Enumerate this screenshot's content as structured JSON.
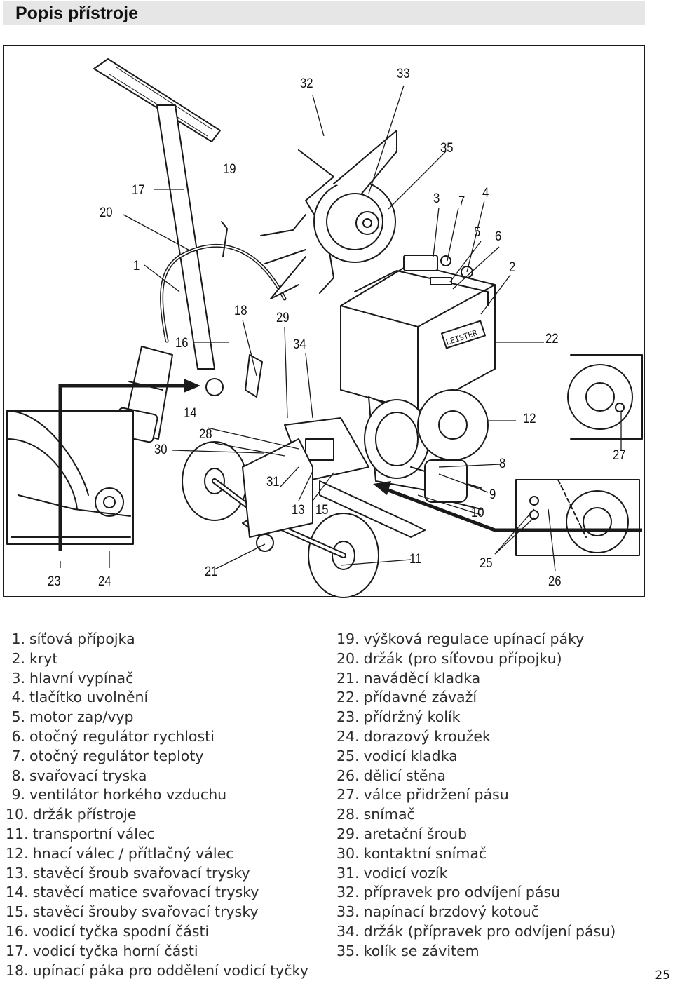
{
  "page": {
    "title": "Popis přístroje",
    "page_number": "25"
  },
  "figure": {
    "callouts": [
      "32",
      "33",
      "35",
      "3",
      "7",
      "4",
      "5",
      "6",
      "2",
      "19",
      "17",
      "20",
      "1",
      "18",
      "29",
      "16",
      "34",
      "22",
      "14",
      "28",
      "12",
      "30",
      "27",
      "8",
      "31",
      "9",
      "13",
      "15",
      "10",
      "11",
      "25",
      "23",
      "24",
      "21",
      "26"
    ],
    "brand": "LEISTER"
  },
  "legend": {
    "left": [
      {
        "num": "1.",
        "text": "síťová přípojka"
      },
      {
        "num": "2.",
        "text": "kryt"
      },
      {
        "num": "3.",
        "text": "hlavní vypínač"
      },
      {
        "num": "4.",
        "text": "tlačítko uvolnění"
      },
      {
        "num": "5.",
        "text": "motor zap/vyp"
      },
      {
        "num": "6.",
        "text": "otočný regulátor rychlosti"
      },
      {
        "num": "7.",
        "text": "otočný regulátor teploty"
      },
      {
        "num": "8.",
        "text": "svařovací tryska"
      },
      {
        "num": "9.",
        "text": "ventilátor horkého vzduchu"
      },
      {
        "num": "10.",
        "text": "držák přístroje"
      },
      {
        "num": "11.",
        "text": "transportní válec"
      },
      {
        "num": "12.",
        "text": "hnací válec / přítlačný válec"
      },
      {
        "num": "13.",
        "text": "stavěcí šroub svařovací trysky"
      },
      {
        "num": "14.",
        "text": "stavěcí matice svařovací trysky"
      },
      {
        "num": "15.",
        "text": "stavěcí šrouby svařovací trysky"
      },
      {
        "num": "16.",
        "text": "vodicí tyčka spodní části"
      },
      {
        "num": "17.",
        "text": "vodicí tyčka horní části"
      },
      {
        "num": "18.",
        "text": "upínací páka pro oddělení vodicí tyčky"
      }
    ],
    "right": [
      {
        "num": "19.",
        "text": "výšková regulace upínací páky"
      },
      {
        "num": "20.",
        "text": "držák (pro síťovou přípojku)"
      },
      {
        "num": "21.",
        "text": "naváděcí kladka"
      },
      {
        "num": "22.",
        "text": "přídavné závaží"
      },
      {
        "num": "23.",
        "text": "přídržný kolík"
      },
      {
        "num": "24.",
        "text": "dorazový kroužek"
      },
      {
        "num": "25.",
        "text": "vodicí kladka"
      },
      {
        "num": "26.",
        "text": "dělicí stěna"
      },
      {
        "num": "27.",
        "text": "válce přidržení pásu"
      },
      {
        "num": "28.",
        "text": "snímač"
      },
      {
        "num": "29.",
        "text": "aretační šroub"
      },
      {
        "num": "30.",
        "text": "kontaktní snímač"
      },
      {
        "num": "31.",
        "text": "vodicí vozík"
      },
      {
        "num": "32.",
        "text": "přípravek pro odvíjení pásu"
      },
      {
        "num": "33.",
        "text": "napínací brzdový kotouč"
      },
      {
        "num": "34.",
        "text": "držák (přípravek pro odvíjení pásu)"
      },
      {
        "num": "35.",
        "text": "kolík se závitem"
      }
    ]
  }
}
